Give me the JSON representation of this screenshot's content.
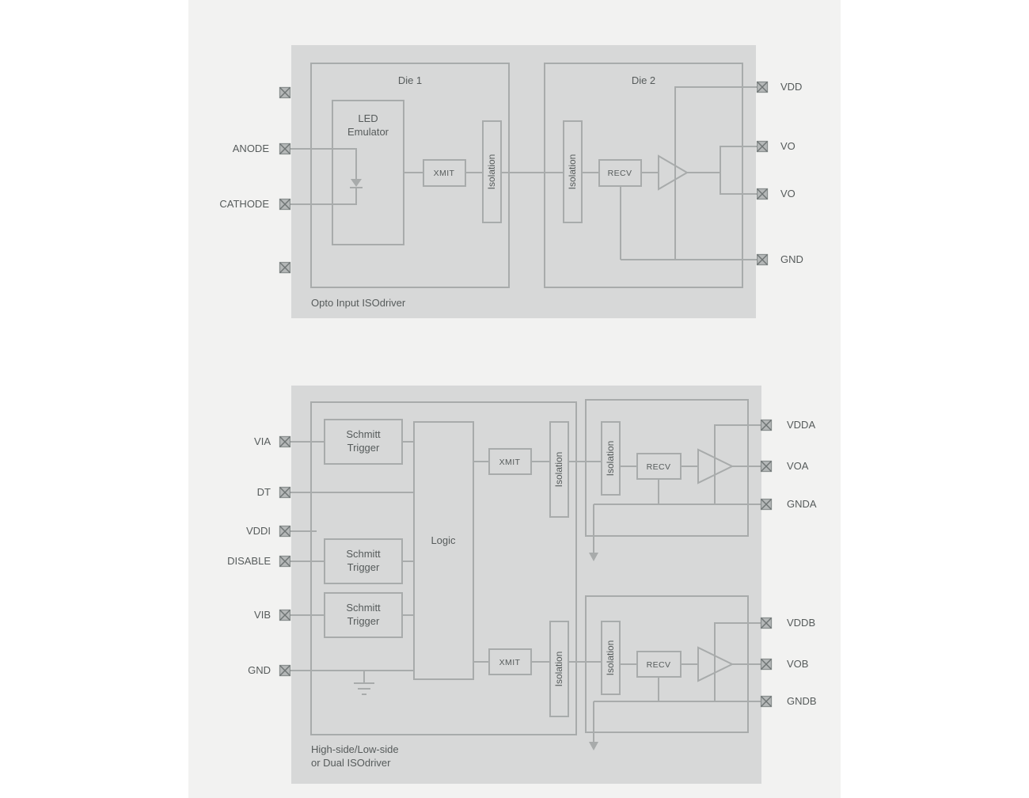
{
  "colors": {
    "page-bg": "#ffffff",
    "panel-bg": "#f2f2f1",
    "diagram-bg": "#d7d8d8",
    "stroke": "#a8abab",
    "text": "#565b5b",
    "pin-fill": "#b5b8b8",
    "pin-stroke": "#8a8f8f",
    "pin-x": "#6f7575"
  },
  "top": {
    "caption": "Opto Input ISOdriver",
    "die1_label": "Die 1",
    "die2_label": "Die 2",
    "led_line1": "LED",
    "led_line2": "Emulator",
    "xmit": "XMIT",
    "recv": "RECV",
    "isolation": "Isolation",
    "pins_left": [
      "ANODE",
      "CATHODE"
    ],
    "pins_right": [
      "VDD",
      "VO",
      "VO",
      "GND"
    ]
  },
  "bottom": {
    "caption_line1": "High-side/Low-side",
    "caption_line2": "or Dual ISOdriver",
    "schmitt_line1": "Schmitt",
    "schmitt_line2": "Trigger",
    "logic": "Logic",
    "xmit": "XMIT",
    "recv": "RECV",
    "isolation": "Isolation",
    "pins_left": [
      "VIA",
      "DT",
      "VDDI",
      "DISABLE",
      "VIB",
      "GND"
    ],
    "pins_right": [
      "VDDA",
      "VOA",
      "GNDA",
      "VDDB",
      "VOB",
      "GNDB"
    ]
  }
}
